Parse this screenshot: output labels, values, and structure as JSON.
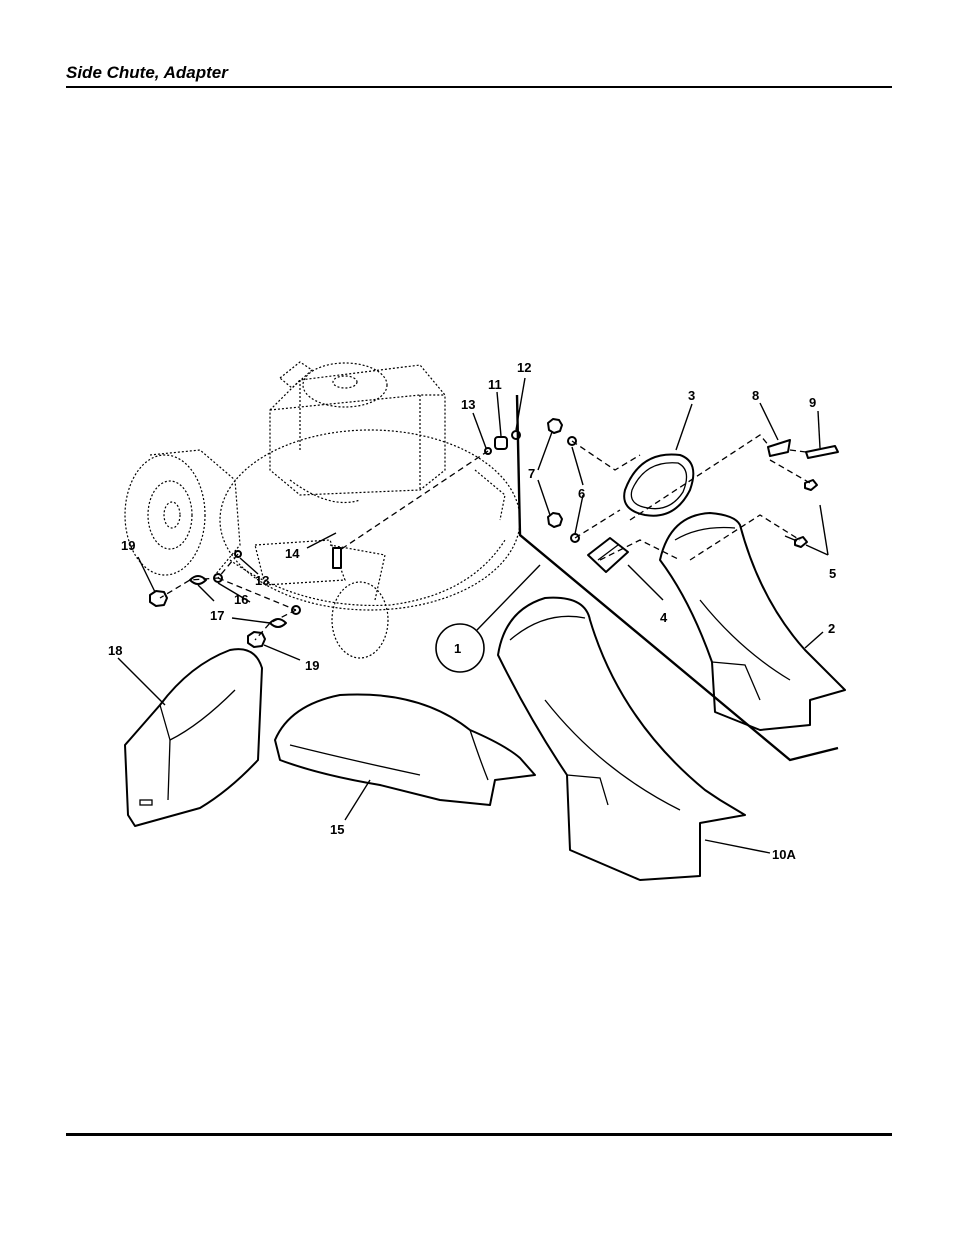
{
  "header": {
    "title": "Side Chute, Adapter"
  },
  "callouts": {
    "c1": "1",
    "c2": "2",
    "c3": "3",
    "c4": "4",
    "c5": "5",
    "c6": "6",
    "c7": "7",
    "c8": "8",
    "c9": "9",
    "c10a": "10A",
    "c11": "11",
    "c12": "12",
    "c13a": "13",
    "c13b": "13",
    "c14": "14",
    "c15": "15",
    "c16": "16",
    "c17": "17",
    "c18": "18",
    "c19a": "19",
    "c19b": "19"
  }
}
